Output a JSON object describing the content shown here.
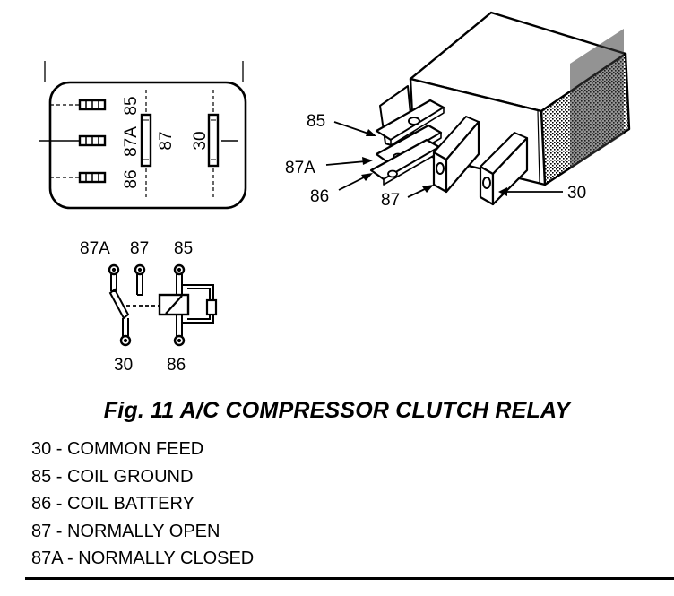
{
  "figure": {
    "caption": "Fig. 11 A/C COMPRESSOR CLUTCH RELAY",
    "legend": [
      "30 - COMMON FEED",
      "85 - COIL GROUND",
      "86 - COIL BATTERY",
      "87 - NORMALLY OPEN",
      "87A - NORMALLY CLOSED"
    ]
  },
  "pin_face": {
    "labels": [
      "85",
      "87A",
      "86",
      "87",
      "30"
    ]
  },
  "relay_3d": {
    "callouts": [
      "85",
      "87A",
      "86",
      "87",
      "30"
    ]
  },
  "schematic": {
    "top_labels": [
      "87A",
      "87",
      "85"
    ],
    "bottom_labels": [
      "30",
      "86"
    ]
  }
}
